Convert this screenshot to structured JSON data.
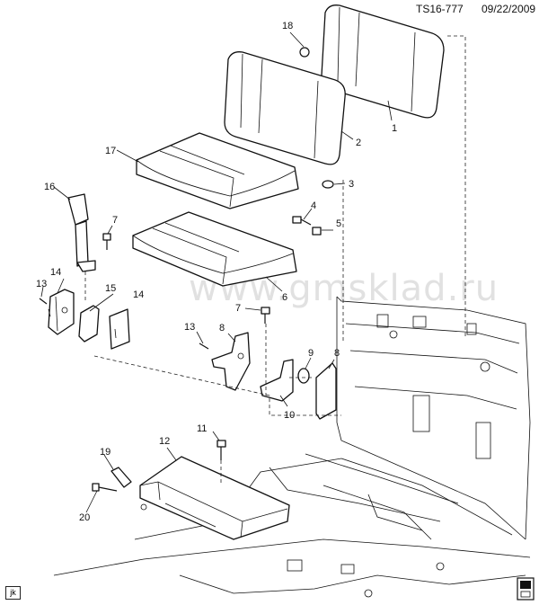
{
  "header": {
    "doc_id": "TS16-777",
    "date": "09/22/2009"
  },
  "watermark": "www.gmsklad.ru",
  "corner_tag": "jk",
  "callouts": [
    {
      "key": "c1",
      "label": "1"
    },
    {
      "key": "c2",
      "label": "2"
    },
    {
      "key": "c3",
      "label": "3"
    },
    {
      "key": "c4",
      "label": "4"
    },
    {
      "key": "c5",
      "label": "5"
    },
    {
      "key": "c6",
      "label": "6"
    },
    {
      "key": "c7a",
      "label": "7"
    },
    {
      "key": "c7b",
      "label": "7"
    },
    {
      "key": "c8a",
      "label": "8"
    },
    {
      "key": "c8b",
      "label": "8"
    },
    {
      "key": "c9",
      "label": "9"
    },
    {
      "key": "c10",
      "label": "10"
    },
    {
      "key": "c11",
      "label": "11"
    },
    {
      "key": "c12",
      "label": "12"
    },
    {
      "key": "c13a",
      "label": "13"
    },
    {
      "key": "c13b",
      "label": "13"
    },
    {
      "key": "c14a",
      "label": "14"
    },
    {
      "key": "c14b",
      "label": "14"
    },
    {
      "key": "c15",
      "label": "15"
    },
    {
      "key": "c16",
      "label": "16"
    },
    {
      "key": "c17",
      "label": "17"
    },
    {
      "key": "c18",
      "label": "18"
    },
    {
      "key": "c19",
      "label": "19"
    },
    {
      "key": "c20",
      "label": "20"
    }
  ]
}
